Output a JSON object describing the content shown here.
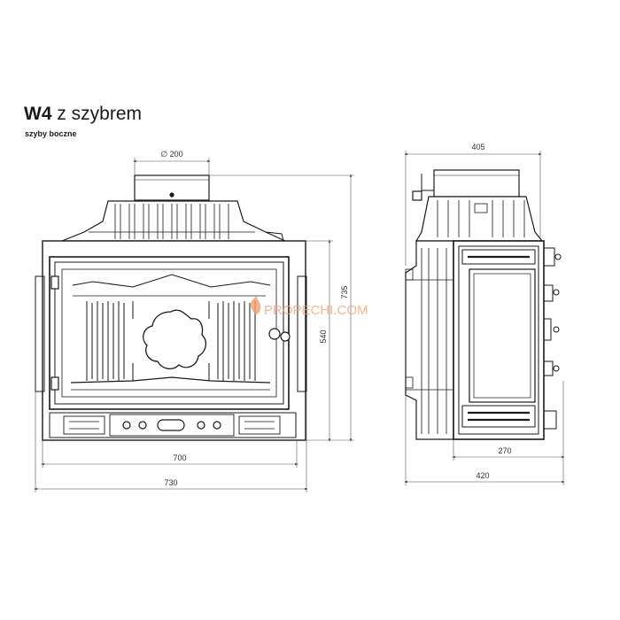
{
  "title": {
    "model": "W4",
    "variant": "z szybrem"
  },
  "subtitle": "szyby boczne",
  "dimensions": {
    "flue_diameter": "∅ 200",
    "front_width_inner": "700",
    "front_width_outer": "730",
    "front_height": "540",
    "total_height": "735",
    "side_depth_top": "405",
    "side_depth_door": "270",
    "side_depth_base": "420"
  },
  "watermark": "PROPECHI.COM",
  "colors": {
    "line": "#1a1a1a",
    "dim_line": "#555555",
    "watermark": "#f0a070"
  }
}
